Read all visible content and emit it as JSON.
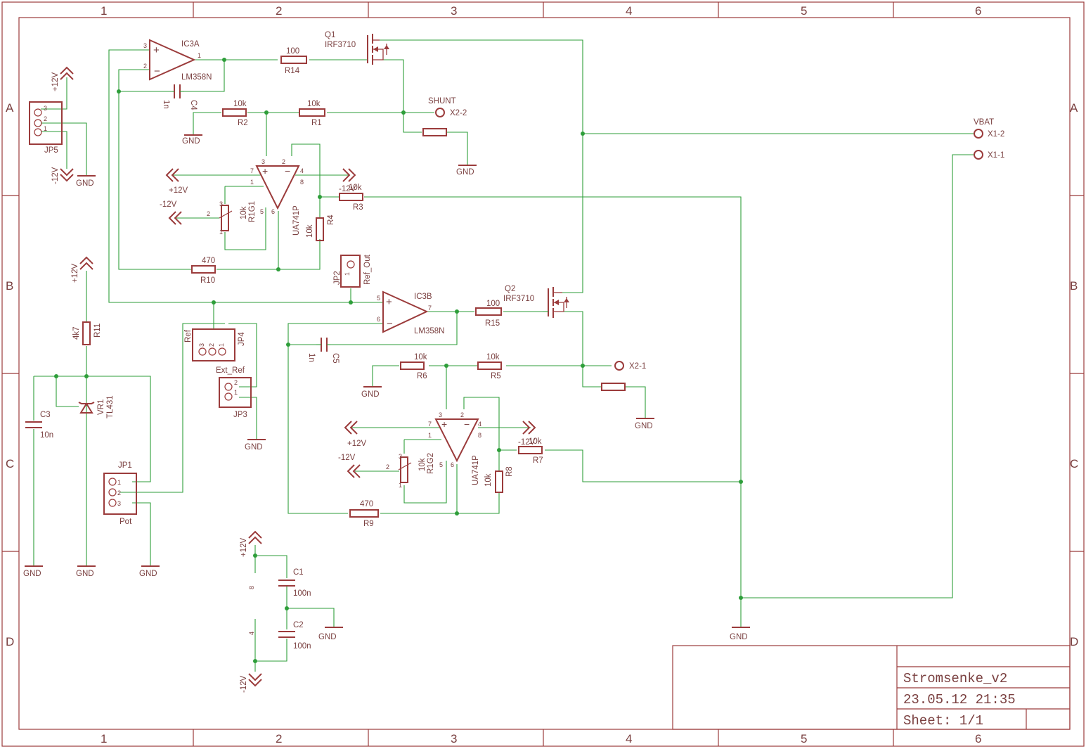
{
  "grid": {
    "columns": [
      "1",
      "2",
      "3",
      "4",
      "5",
      "6"
    ],
    "rows": [
      "A",
      "B",
      "C",
      "D"
    ]
  },
  "title_block": {
    "name": "Stromsenke_v2",
    "date": "23.05.12 21:35",
    "sheet": "Sheet: 1/1"
  },
  "parts": {
    "ic3a": {
      "name": "IC3A",
      "value": "LM358N",
      "pins": [
        "3",
        "2",
        "1"
      ]
    },
    "ic3b": {
      "name": "IC3B",
      "value": "LM358N",
      "pins": [
        "5",
        "6",
        "7"
      ]
    },
    "q1": {
      "name": "Q1",
      "value": "IRF3710"
    },
    "q2": {
      "name": "Q2",
      "value": "IRF3710"
    },
    "r14": {
      "name": "R14",
      "value": "100"
    },
    "r15": {
      "name": "R15",
      "value": "100"
    },
    "c4": {
      "name": "C4",
      "value": "1n"
    },
    "c5": {
      "name": "C5",
      "value": "1n"
    },
    "r1": {
      "name": "R1",
      "value": "10k"
    },
    "r2": {
      "name": "R2",
      "value": "10k"
    },
    "r3": {
      "name": "R3",
      "value": "10k"
    },
    "r4": {
      "name": "R4",
      "value": "10k"
    },
    "r5": {
      "name": "R5",
      "value": "10k"
    },
    "r6": {
      "name": "R6",
      "value": "10k"
    },
    "r7": {
      "name": "R7",
      "value": "10k"
    },
    "r8": {
      "name": "R8",
      "value": "10k"
    },
    "r9": {
      "name": "R9",
      "value": "470"
    },
    "r10": {
      "name": "R10",
      "value": "470"
    },
    "r11": {
      "name": "R11",
      "value": "4k7"
    },
    "rtg1": {
      "name": "R1G1",
      "value": "10k"
    },
    "rtg2": {
      "name": "R1G2",
      "value": "10k"
    },
    "ua1": {
      "value": "UA741P",
      "pins": [
        "3",
        "2",
        "7",
        "4",
        "1",
        "8",
        "5",
        "6"
      ]
    },
    "ua2": {
      "value": "UA741P",
      "pins": [
        "3",
        "2",
        "7",
        "4",
        "1",
        "8",
        "5",
        "6"
      ]
    },
    "vr1": {
      "name": "VR1",
      "value": "TL431"
    },
    "c3": {
      "name": "C3",
      "value": "10n"
    },
    "c1": {
      "name": "C1",
      "value": "100n"
    },
    "c2": {
      "name": "C2",
      "value": "100n"
    },
    "jp5": {
      "name": "JP5",
      "pins": [
        "3",
        "2",
        "1"
      ]
    },
    "jp1": {
      "name": "JP1",
      "label": "Pot",
      "pins": [
        "1",
        "2",
        "3"
      ]
    },
    "jp4": {
      "name": "JP4",
      "label": "Ref",
      "pins": [
        "3",
        "2",
        "1"
      ]
    },
    "jp3": {
      "name": "JP3",
      "label": "Ext_Ref",
      "pins": [
        "2",
        "1"
      ]
    },
    "jp2": {
      "name": "JP2",
      "label": "Ref_Out",
      "pins": [
        "1"
      ]
    }
  },
  "supplies": {
    "pos": "+12V",
    "neg": "-12V",
    "gnd": "GND",
    "pin8": "8",
    "pin4": "4"
  },
  "terminals": {
    "shunt_label": "SHUNT",
    "x2_2": "X2-2",
    "x2_1": "X2-1",
    "vbat_label": "VBAT",
    "x1_2": "X1-2",
    "x1_1": "X1-1"
  },
  "colors": {
    "symbol": "#9b3b3b",
    "wire": "#2e9e3a",
    "text": "#7a4040",
    "background": "#ffffff"
  }
}
